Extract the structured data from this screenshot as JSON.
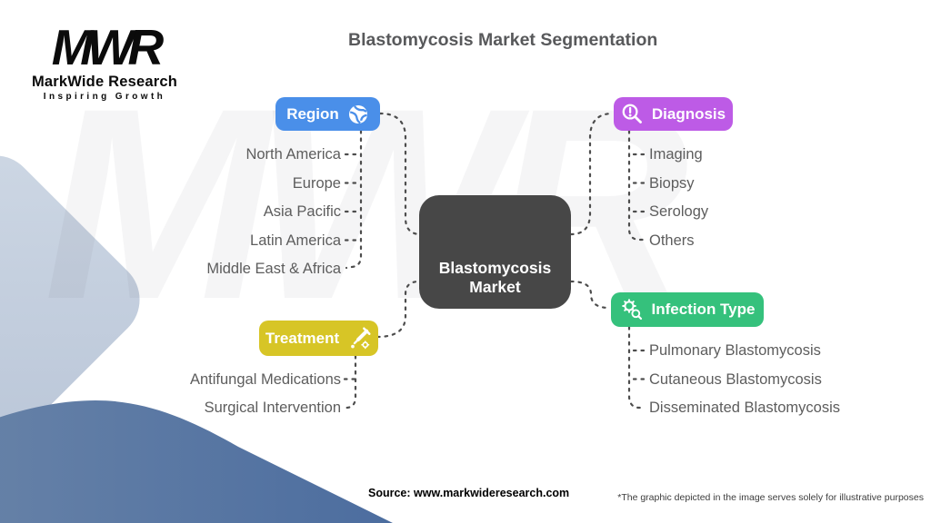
{
  "header": {
    "title": "Blastomycosis Market Segmentation"
  },
  "logo": {
    "monogram": "MWR",
    "company": "MarkWide Research",
    "tagline": "Inspiring Growth"
  },
  "watermark": "MWR",
  "center_node": {
    "label": "Blastomycosis Market",
    "color": "#474747"
  },
  "branches": [
    {
      "id": "region",
      "label": "Region",
      "color": "#4a8fe9",
      "icon": "globe-icon",
      "items": [
        "North America",
        "Europe",
        "Asia Pacific",
        "Latin America",
        "Middle East & Africa"
      ]
    },
    {
      "id": "diagnosis",
      "label": "Diagnosis",
      "color": "#bd5be6",
      "icon": "magnifier-alert-icon",
      "items": [
        "Imaging",
        "Biopsy",
        "Serology",
        "Others"
      ]
    },
    {
      "id": "treatment",
      "label": "Treatment",
      "color": "#d7c526",
      "icon": "dropper-icon",
      "items": [
        "Antifungal Medications",
        "Surgical Intervention"
      ]
    },
    {
      "id": "infection_type",
      "label": "Infection Type",
      "color": "#35c17c",
      "icon": "virus-search-icon",
      "items": [
        "Pulmonary Blastomycosis",
        "Cutaneous Blastomycosis",
        "Disseminated Blastomycosis"
      ]
    }
  ],
  "connector_color": "#4d4d4d",
  "footer": {
    "source": "Source: www.markwideresearch.com",
    "disclaimer": "*The graphic depicted in the image serves solely for illustrative purposes"
  }
}
